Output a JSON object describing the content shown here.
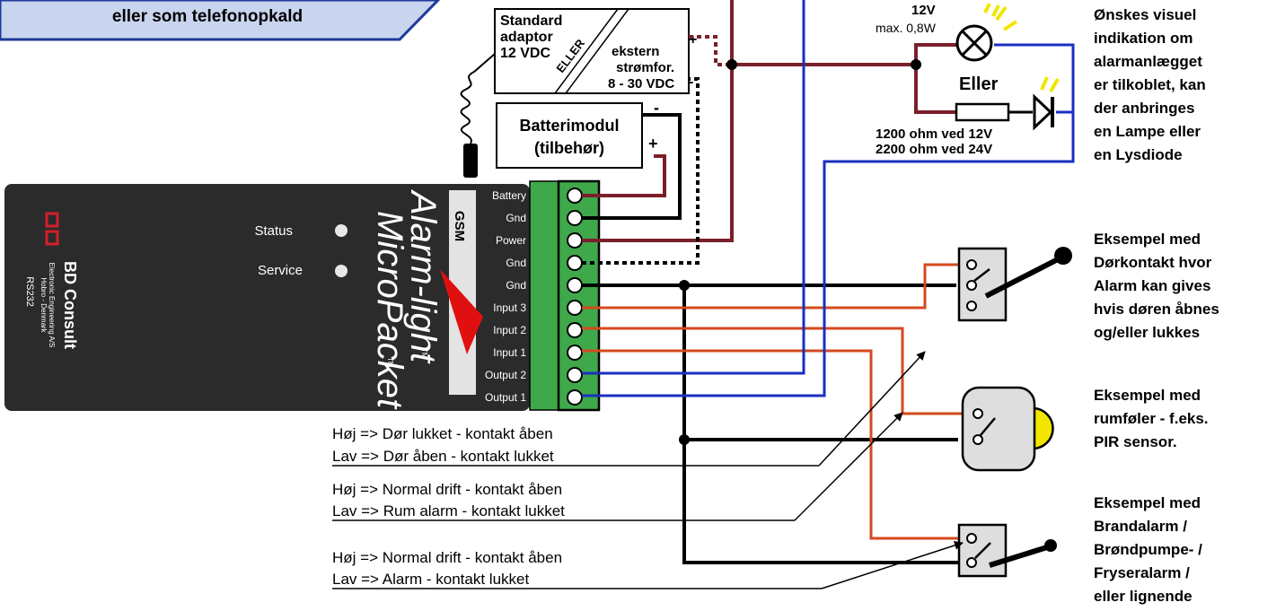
{
  "colors": {
    "power_wire": "#7a1f2b",
    "input_wire": "#d44a1e",
    "output_wire": "#1a2fc0",
    "ground_wire": "#000000",
    "device_body": "#2b2b2b",
    "terminal_green": "#3ea84a",
    "callout_fill": "#c9d4ef",
    "callout_border": "#1f3a9a",
    "switch_fill": "#dedede",
    "lamp_glow": "#f2e600"
  },
  "callout": {
    "text": "eller som telefonopkald"
  },
  "adapter": {
    "left_lines": [
      "Standard",
      "adaptor",
      "12 VDC"
    ],
    "or_label": "ELLER",
    "right_lines": [
      "ekstern",
      "strømfor.",
      "8 - 30 VDC"
    ],
    "plus": "+",
    "minus": "-"
  },
  "battery_module": {
    "lines": [
      "Batterimodul",
      "(tilbehør)"
    ],
    "minus": "-",
    "plus": "+"
  },
  "device": {
    "brand_name": "BD Consult",
    "brand_sub1": "Electronic Engineering A/S",
    "brand_sub2": "Hobro - Denmark",
    "port_label": "RS232",
    "product_line1": "Alarm-light",
    "product_line2": "MicroPacket",
    "tm": "TM",
    "gsm_label": "GSM",
    "leds": [
      {
        "label": "Status"
      },
      {
        "label": "Service"
      }
    ],
    "terminals": [
      "Battery",
      "Gnd",
      "Power",
      "Gnd",
      "Gnd",
      "Input 3",
      "Input 2",
      "Input 1",
      "Output 2",
      "Output 1"
    ]
  },
  "lamp": {
    "voltage": "12V",
    "power": "max. 0,8W",
    "or_label": "Eller",
    "resistor_line1": "1200 ohm ved 12V",
    "resistor_line2": "2200 ohm ved 24V"
  },
  "notes": {
    "lamp": [
      "Ønskes visuel",
      "indikation om",
      "alarmanlægget",
      "er tilkoblet, kan",
      "der anbringes",
      "en Lampe eller",
      "en Lysdiode"
    ],
    "door": [
      "Eksempel med",
      "Dørkontakt hvor",
      "Alarm kan gives",
      "hvis døren åbnes",
      "og/eller lukkes"
    ],
    "pir": [
      "Eksempel med",
      "rumføler - f.eks.",
      "PIR sensor."
    ],
    "fire": [
      "Eksempel med",
      "Brandalarm /",
      "Brøndpumpe- /",
      "Fryseralarm /",
      "eller lignende"
    ]
  },
  "logic_labels": [
    [
      "Høj => Dør lukket - kontakt åben",
      "Lav => Dør åben - kontakt lukket"
    ],
    [
      "Høj => Normal drift - kontakt åben",
      "Lav => Rum alarm - kontakt lukket"
    ],
    [
      "Høj => Normal drift - kontakt åben",
      "Lav => Alarm  - kontakt lukket"
    ]
  ]
}
